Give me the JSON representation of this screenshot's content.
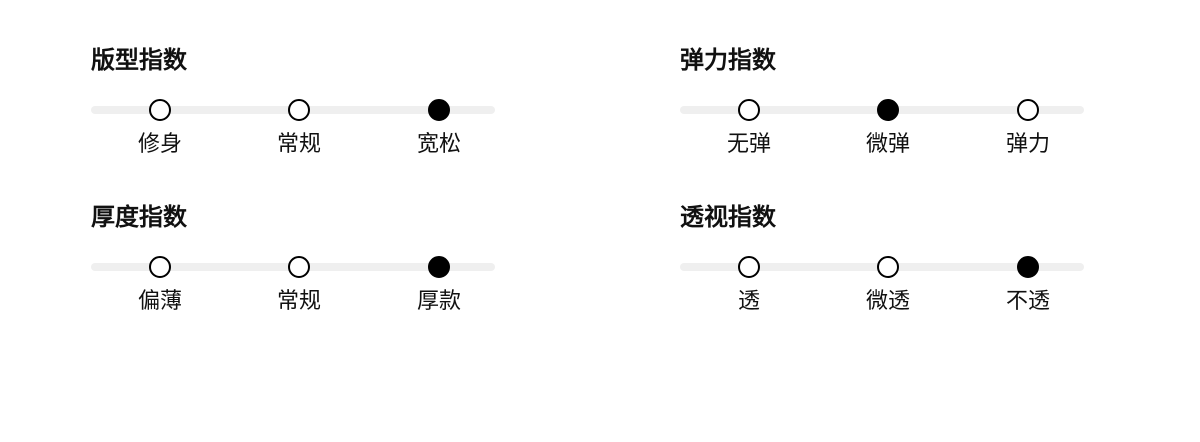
{
  "indices": [
    {
      "id": "fit",
      "title": "版型指数",
      "selected": 2,
      "options": [
        "修身",
        "常规",
        "宽松"
      ]
    },
    {
      "id": "elasticity",
      "title": "弹力指数",
      "selected": 1,
      "options": [
        "无弹",
        "微弹",
        "弹力"
      ]
    },
    {
      "id": "thickness",
      "title": "厚度指数",
      "selected": 2,
      "options": [
        "偏薄",
        "常规",
        "厚款"
      ]
    },
    {
      "id": "transparency",
      "title": "透视指数",
      "selected": 2,
      "options": [
        "透",
        "微透",
        "不透"
      ]
    }
  ],
  "colors": {
    "track": "#efefef",
    "radio_border": "#000000",
    "radio_selected": "#000000",
    "text": "#111111"
  }
}
